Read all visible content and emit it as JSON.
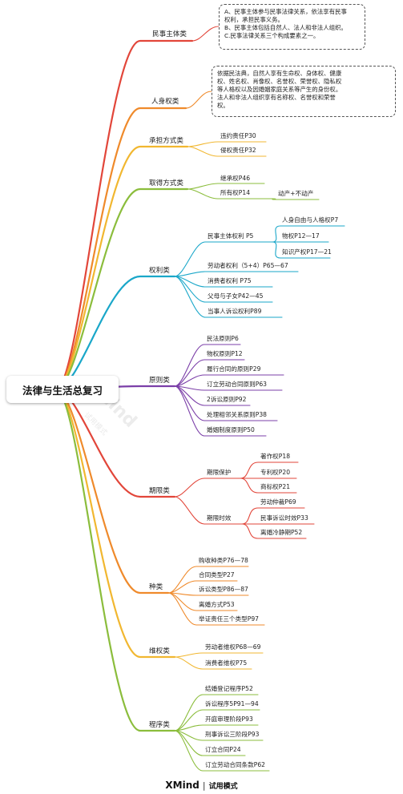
{
  "root": {
    "title": "法律与生活总复习"
  },
  "categories": [
    {
      "label": "民事主体类",
      "color": "#e2463a"
    },
    {
      "label": "人身权类",
      "color": "#ef8a2b"
    },
    {
      "label": "承担方式类",
      "color": "#f1b730"
    },
    {
      "label": "取得方式类",
      "color": "#8bbd3c"
    },
    {
      "label": "权利类",
      "color": "#1aa7c9"
    },
    {
      "label": "原则类",
      "color": "#7b3fa8"
    },
    {
      "label": "期限类",
      "color": "#e2463a"
    },
    {
      "label": "种类",
      "color": "#ef8a2b"
    },
    {
      "label": "维权类",
      "color": "#f1b730"
    },
    {
      "label": "程序类",
      "color": "#8bbd3c"
    }
  ],
  "notes": {
    "civil_subject": [
      "A、民事主体参与民事法律关系，依法享有民事",
      "权利，承担民事义务。",
      "B、民事主体包括自然人、法人和非法人组织。",
      "C.民事法律关系三个构成要素之一。"
    ],
    "personal_rights": [
      "依据民法典，自然人享有生命权、身体权、健康",
      "权、姓名权、肖像权、名誉权、荣誉权、隐私权",
      "等人格权以及因婚姻家庭关系等产生的身份权。",
      "法人和非法人组织享有名称权、名誉权和荣誉",
      "权。"
    ]
  },
  "children": {
    "liability": [
      "违约责任P30",
      "侵权责任P32"
    ],
    "acquisition": [
      "继承权P46",
      "所有权P14"
    ],
    "acquisition_note": "动产+不动产",
    "rights": {
      "civil_subject_rights": "民事主体权利 P5",
      "civil_sub": [
        "人身自由与人格权P7",
        "物权P12—17",
        "知识产权P17—21"
      ],
      "others": [
        "劳动者权利（5+4）P65—67",
        "消费者权利 P75",
        "父母与子女P42—45",
        "当事人诉讼权利P89"
      ]
    },
    "principles": [
      "民法原则P6",
      "物权原则P12",
      "履行合同的原则P29",
      "订立劳动合同原则P63",
      "2诉讼原则P92",
      "处理相邻关系原则P38",
      "婚姻制度原则P50"
    ],
    "terms": {
      "protection": "期限保护",
      "protection_sub": [
        "著作权P18",
        "专利权P20",
        "商标权P21"
      ],
      "limitation": "期限时效",
      "limitation_sub": [
        "劳动仲裁P69",
        "民事诉讼时效P33",
        "离婚冷静期P52"
      ]
    },
    "types": [
      "购收种类P76—78",
      "合同类型P27",
      "诉讼类型P86—87",
      "离婚方式P53",
      "举证责任三个类型P97"
    ],
    "defense": [
      "劳动者维权P68—69",
      "消费者维权P75"
    ],
    "procedure": [
      "结婚登记程序P52",
      "诉讼程序5P91—94",
      "开庭审理阶段P93",
      "刑事诉讼三阶段P93",
      "订立合同P24",
      "订立劳动合同条款P62"
    ]
  },
  "watermark": {
    "brand": "XMind",
    "sub": "试用模式"
  },
  "footer": {
    "brand": "XMind",
    "separator": "|",
    "mode": "试用模式"
  }
}
